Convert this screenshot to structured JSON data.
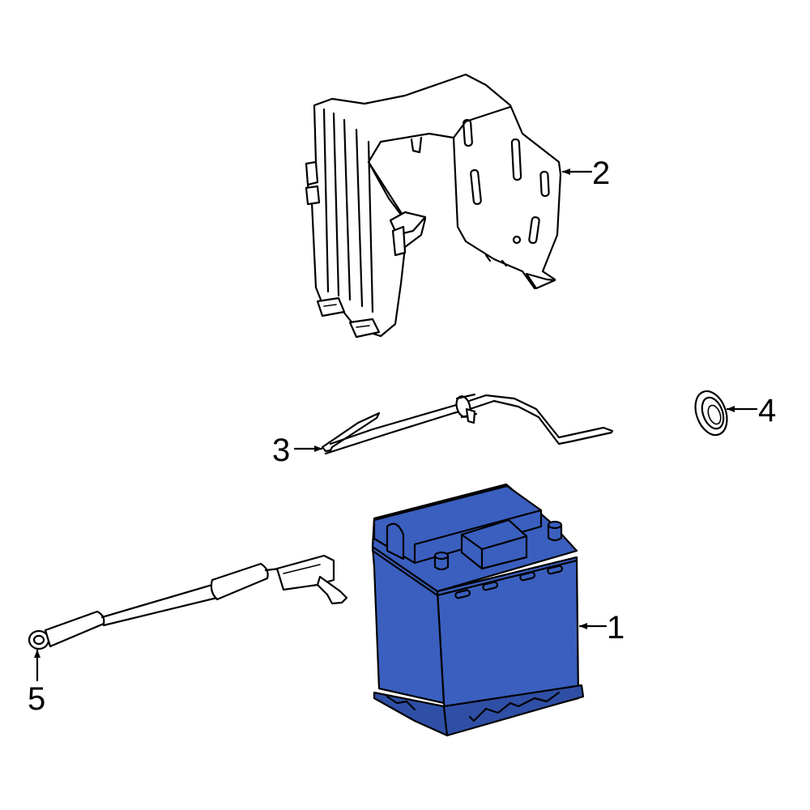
{
  "colors": {
    "highlight": "#3a5fbf",
    "highlight_dark": "#2f4fa6",
    "line": "#000000",
    "background": "#ffffff"
  },
  "callouts": [
    {
      "id": "1",
      "label": "1",
      "part": "battery"
    },
    {
      "id": "2",
      "label": "2",
      "part": "battery-tray-bracket"
    },
    {
      "id": "3",
      "label": "3",
      "part": "hold-down-rod"
    },
    {
      "id": "4",
      "label": "4",
      "part": "grommet"
    },
    {
      "id": "5",
      "label": "5",
      "part": "sensor-cable"
    }
  ]
}
